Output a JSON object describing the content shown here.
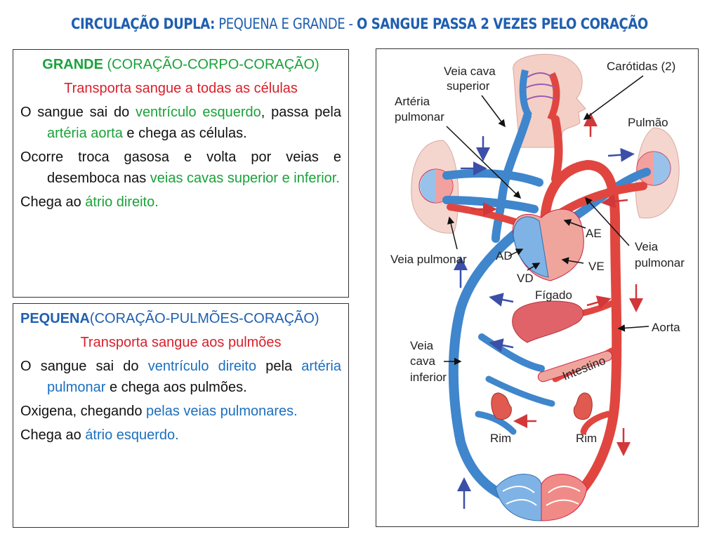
{
  "title": {
    "part1": "CIRCULAÇÃO DUPLA:",
    "part2": " PEQUENA E GRANDE - ",
    "part3": "O SANGUE PASSA 2 VEZES PELO CORAÇÃO"
  },
  "grande": {
    "heading": "GRANDE",
    "heading_sub": " (CORAÇÃO-CORPO-CORAÇÃO)",
    "subtitle": "Transporta sangue a todas as células",
    "p1": {
      "a": "O sangue sai do ",
      "b": "ventrículo esquerdo",
      "c": ", passa pela ",
      "d": "artéria aorta",
      "e": " e chega as células."
    },
    "p2": {
      "a": "Ocorre troca gasosa e volta por veias e desemboca nas ",
      "b": "veias cavas superior e inferior."
    },
    "p3": {
      "a": "Chega ao ",
      "b": "átrio direito."
    }
  },
  "pequena": {
    "heading": "PEQUENA",
    "heading_sub": "(CORAÇÃO-PULMÕES-CORAÇÃO)",
    "subtitle": "Transporta sangue aos pulmões",
    "p1": {
      "a": "O sangue sai do ",
      "b": "ventrículo direito",
      "c": " pela ",
      "d": "artéria pulmonar",
      "e": " e chega aos pulmões."
    },
    "p2": {
      "a": "Oxigena, chegando ",
      "b": "pelas veias pulmonares."
    },
    "p3": {
      "a": "Chega ao ",
      "b": "átrio esquerdo."
    }
  },
  "diagram": {
    "labels": {
      "veia_cava_superior_1": "Veia cava",
      "veia_cava_superior_2": "superior",
      "carotidas": "Carótidas (2)",
      "arteria_pulmonar_1": "Artéria",
      "arteria_pulmonar_2": "pulmonar",
      "pulmao": "Pulmão",
      "ae": "AE",
      "veia_pulmonar_left": "Veia pulmonar",
      "veia_pulmonar_right_1": "Veia",
      "veia_pulmonar_right_2": "pulmonar",
      "ad": "AD",
      "ve": "VE",
      "vd": "VD",
      "figado": "Fígado",
      "aorta": "Aorta",
      "veia_cava_inferior_1": "Veia",
      "veia_cava_inferior_2": "cava",
      "veia_cava_inferior_3": "inferior",
      "intestino": "Intestino",
      "rim_left": "Rim",
      "rim_right": "Rim"
    },
    "colors": {
      "venous": "#3f86cc",
      "arterial": "#e0463f",
      "organ": "#f2c4bc"
    }
  }
}
